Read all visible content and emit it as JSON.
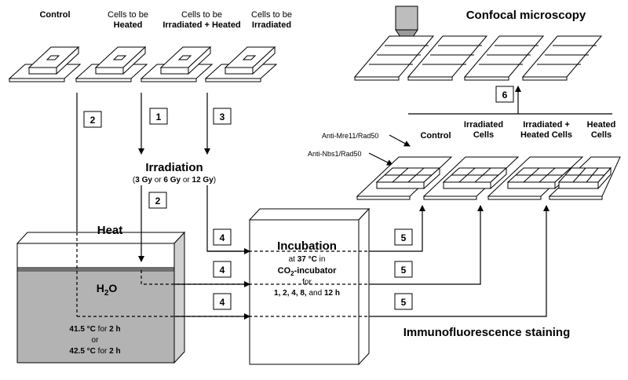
{
  "top_labels": {
    "control": "Control",
    "heated_l1": "Cells to be",
    "heated_l2": "Heated",
    "irr_heated_l1": "Cells to be",
    "irr_heated_l2": "Irradiated + Heated",
    "irradiated_l1": "Cells to be",
    "irradiated_l2": "Irradiated"
  },
  "irradiation": {
    "title": "Irradiation",
    "dose_open": "(",
    "dose1": "3 Gy",
    "or1": " or ",
    "dose2": "6 Gy",
    "or2": " or ",
    "dose3": "12 Gy",
    "dose_close": ")"
  },
  "heat": {
    "title": "Heat",
    "h2o_main": "H",
    "h2o_sub": "2",
    "h2o_end": "O",
    "t1_val": "41.5 °C",
    "t1_for": " for ",
    "t1_dur": "2 h",
    "or": "or",
    "t2_val": "42.5 °C",
    "t2_for": " for ",
    "t2_dur": "2 h"
  },
  "incubation": {
    "title": "Incubation",
    "at": "at ",
    "temp": "37 °C",
    "in": " in",
    "co2_a": "CO",
    "co2_sub": "2",
    "co2_b": "-incubator",
    "for": "for",
    "times": "1, 2, 4, 8,",
    "and": " and ",
    "last": "12 h"
  },
  "stain": {
    "anti_mre11": "Anti-Mre11/Rad50",
    "anti_nbs1": "Anti-Nbs1/Rad50",
    "control": "Control",
    "irradiated_l1": "Irradiated",
    "irradiated_l2": "Cells",
    "irr_heated_l1": "Irradiated +",
    "irr_heated_l2": "Heated Cells",
    "heated_l1": "Heated",
    "heated_l2": "Cells",
    "title": "Immunofluorescence staining"
  },
  "confocal": {
    "title": "Confocal microscopy"
  },
  "steps": {
    "s1": "1",
    "s2a": "2",
    "s2b": "2",
    "s3": "3",
    "s4a": "4",
    "s4b": "4",
    "s4c": "4",
    "s5a": "5",
    "s5b": "5",
    "s5c": "5",
    "s6": "6"
  }
}
